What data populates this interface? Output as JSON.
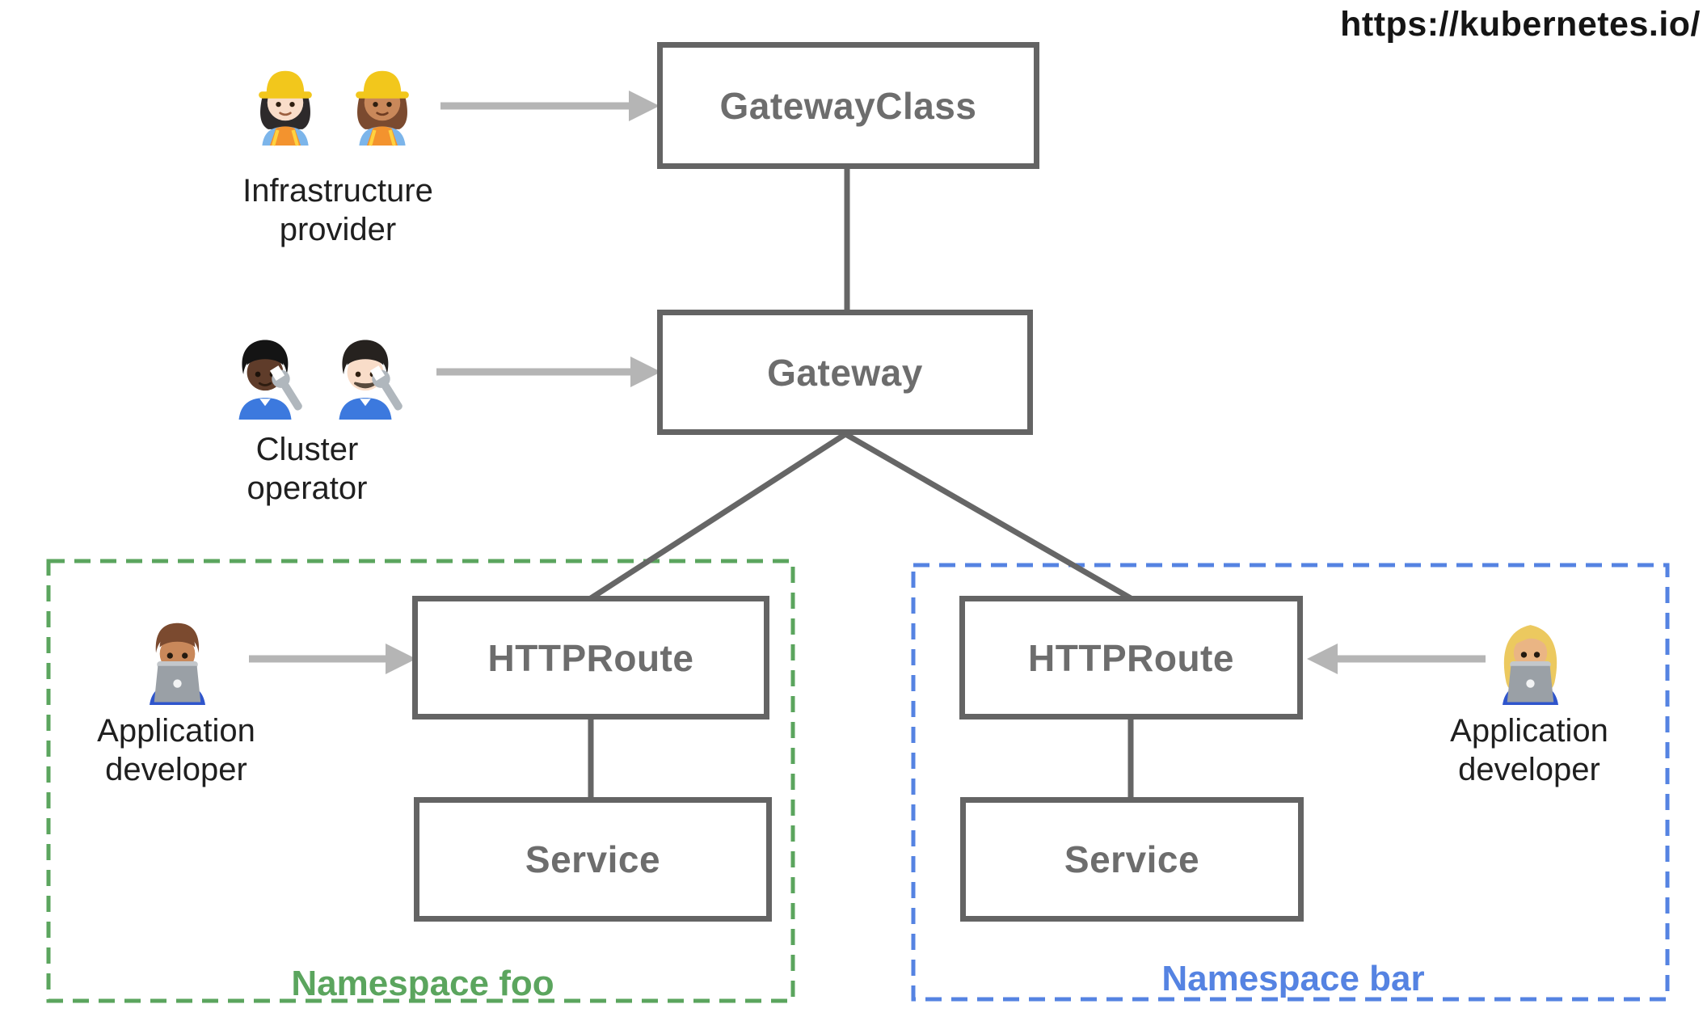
{
  "watermark": {
    "url": "https://kubernetes.io/"
  },
  "colors": {
    "box_border": "#646464",
    "box_text": "#6d6d6d",
    "connector": "#666666",
    "arrow": "#b5b5b5",
    "persona_text": "#1f1f1f",
    "namespace_foo": "#5ba55e",
    "namespace_bar": "#5583e2",
    "watermark_text": "#151515"
  },
  "nodes": {
    "gateway_class": "GatewayClass",
    "gateway": "Gateway",
    "httproute_foo": "HTTPRoute",
    "service_foo": "Service",
    "httproute_bar": "HTTPRoute",
    "service_bar": "Service"
  },
  "personas": {
    "infrastructure_provider": {
      "line1": "Infrastructure",
      "line2": "provider",
      "icons": [
        "woman-construction-worker-light-icon",
        "woman-construction-worker-medium-icon"
      ]
    },
    "cluster_operator": {
      "line1": "Cluster",
      "line2": "operator",
      "icons": [
        "person-mechanic-dark-icon",
        "man-mechanic-light-icon"
      ]
    },
    "application_developer_foo": {
      "line1": "Application",
      "line2": "developer",
      "icons": [
        "man-technologist-icon"
      ]
    },
    "application_developer_bar": {
      "line1": "Application",
      "line2": "developer",
      "icons": [
        "woman-technologist-icon"
      ]
    }
  },
  "namespaces": {
    "foo": {
      "label": "Namespace foo"
    },
    "bar": {
      "label": "Namespace bar"
    }
  }
}
